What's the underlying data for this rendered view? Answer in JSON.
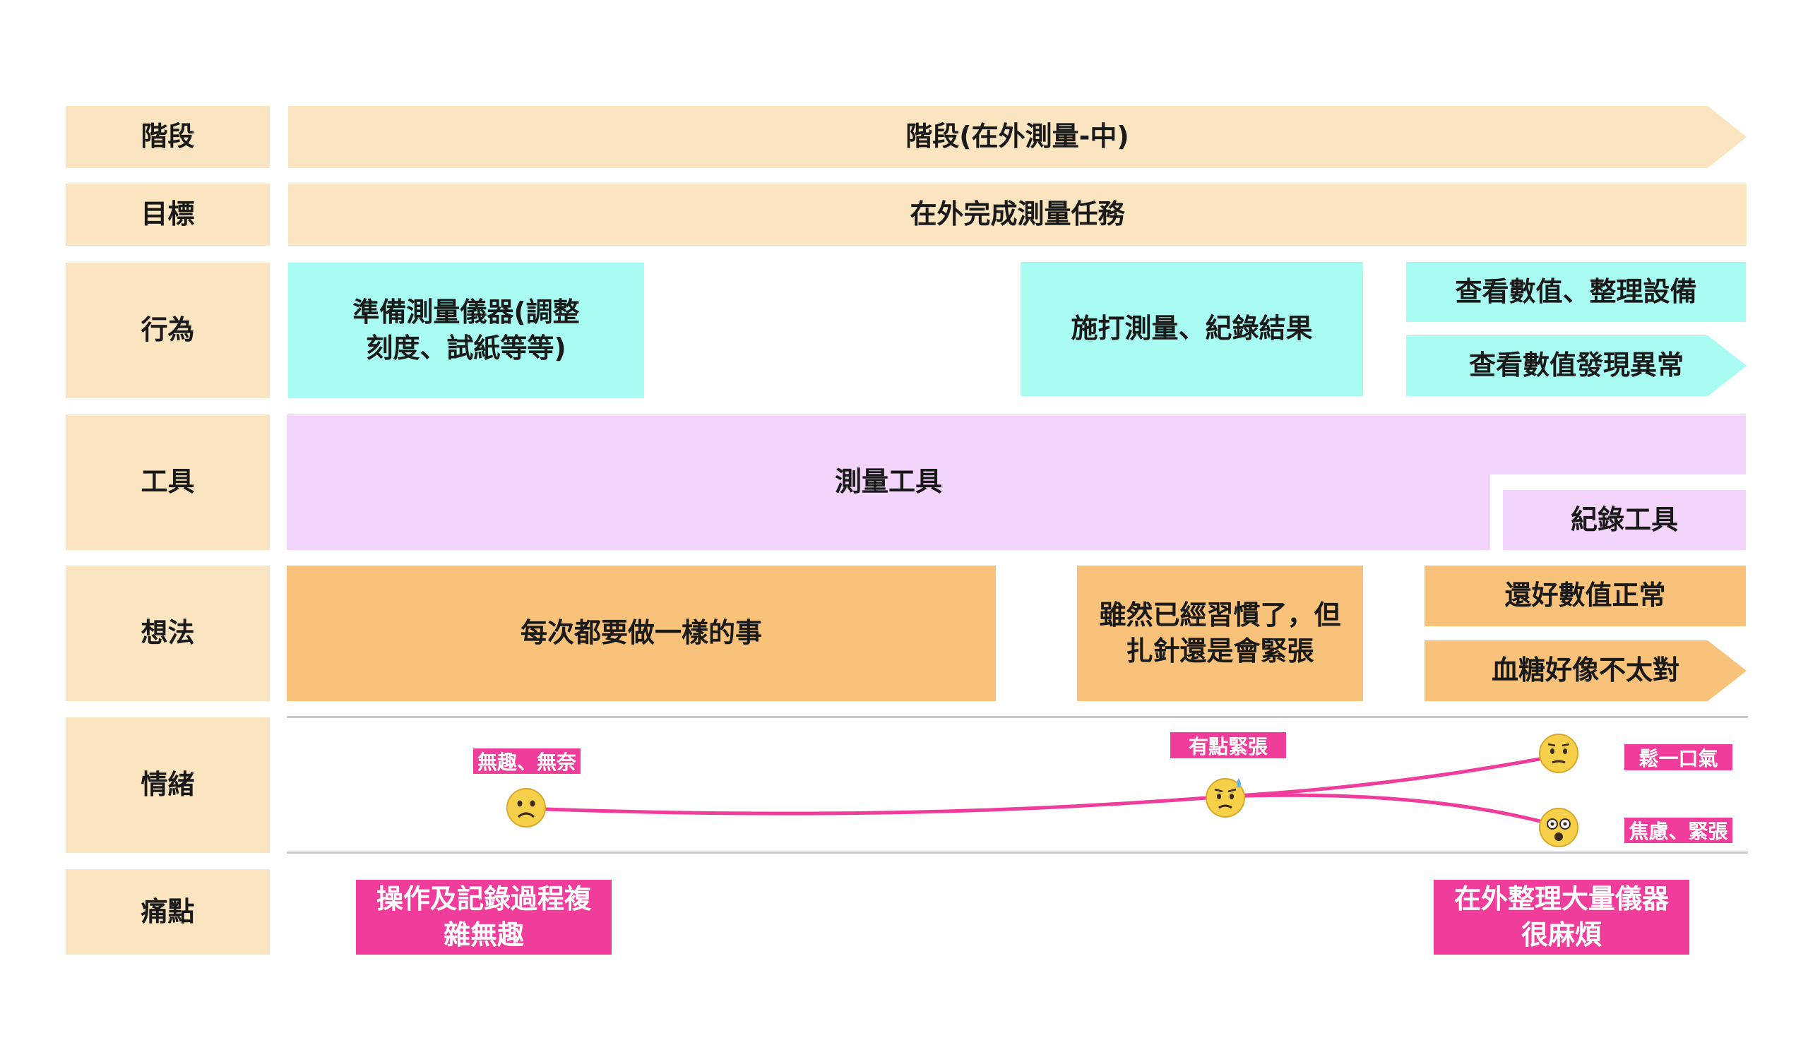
{
  "row_labels": {
    "stage": "階段",
    "goal": "目標",
    "behavior": "行為",
    "tools": "工具",
    "thoughts": "想法",
    "emotion": "情緒",
    "pain_points": "痛點"
  },
  "stage": "階段(在外測量-中)",
  "goal": "在外完成測量任務",
  "behaviors": [
    "準備測量儀器(調整\n刻度、試紙等等)",
    "施打測量、紀錄結果",
    "查看數值、整理設備",
    "查看數值發現異常"
  ],
  "tools": [
    "測量工具",
    "紀錄工具"
  ],
  "thoughts": [
    "每次都要做一樣的事",
    "雖然已經習慣了，但\n扎針還是會緊張",
    "還好數值正常",
    "血糖好像不太對"
  ],
  "emotions": [
    {
      "label": "無趣、無奈",
      "face": "frowning-face"
    },
    {
      "label": "有點緊張",
      "face": "anxious-sweat-face"
    },
    {
      "label": "鬆一口氣",
      "face": "relieved-confused-face"
    },
    {
      "label": "焦慮、緊張",
      "face": "shocked-face"
    }
  ],
  "pain_points": [
    "操作及記錄過程複\n雜無趣",
    "在外整理大量儀器\n很麻煩"
  ],
  "colors": {
    "label_bg": "#fae5c0",
    "behavior_bg": "#a8fcf2",
    "tool_bg": "#f3d4fa",
    "thought_bg": "#f8c27a",
    "pain_bg": "#f03c9a",
    "emotion_line": "#f03c9a",
    "face": "#f7d04a"
  }
}
